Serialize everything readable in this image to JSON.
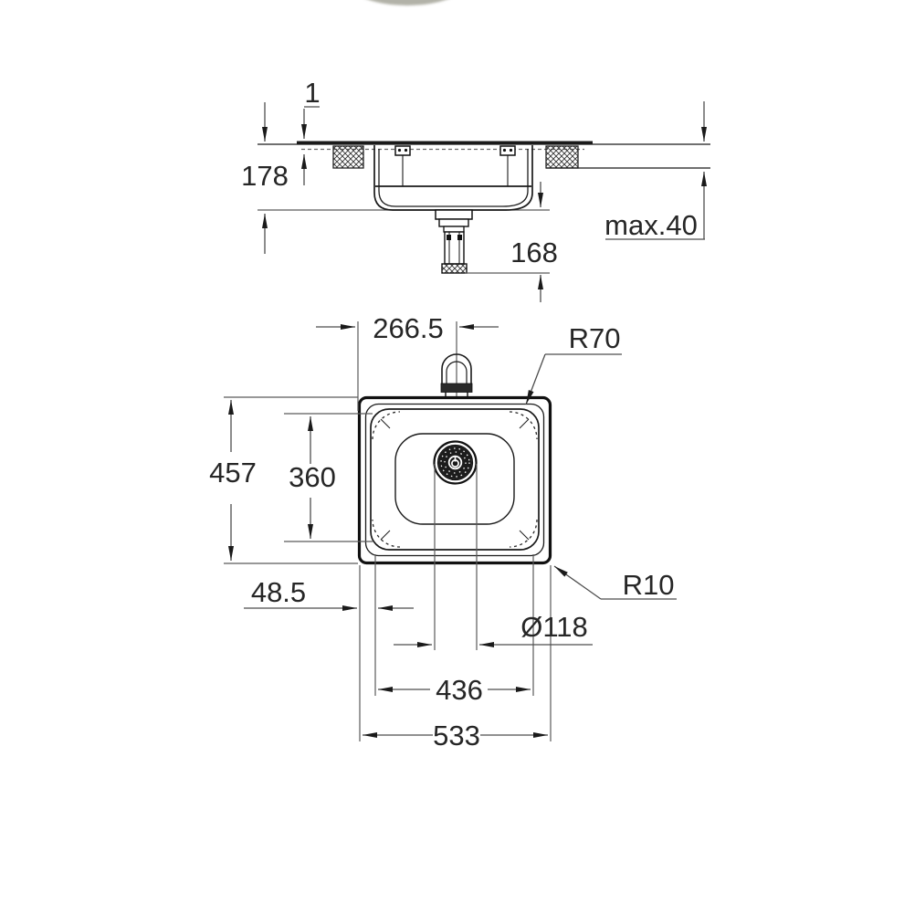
{
  "drawing": {
    "type": "technical installation drawing",
    "subject": "kitchen sink with drain, section and plan views",
    "colors": {
      "background": "#ffffff",
      "object_line": "#1a1a1a",
      "dimension_line": "#4d4d4d",
      "text": "#262626",
      "hatch": "#333333",
      "top_artifact": "#b2b2a8"
    },
    "side_view": {
      "name": "section view sink in countertop",
      "dims": {
        "rim_lip": "1",
        "bowl_depth": "178",
        "counter_thickness": "max.40",
        "drain_clearance": "168"
      }
    },
    "plan_view": {
      "name": "top plan view of sink",
      "dims": {
        "center_offset": "266.5",
        "bowl_corner_radius": "R70",
        "overall_depth": "457",
        "bowl_depth_inner": "360",
        "rim_offset": "48.5",
        "rim_corner_radius": "R10",
        "drain_diameter": "Ø118",
        "bowl_width": "436",
        "overall_width": "533"
      }
    }
  }
}
